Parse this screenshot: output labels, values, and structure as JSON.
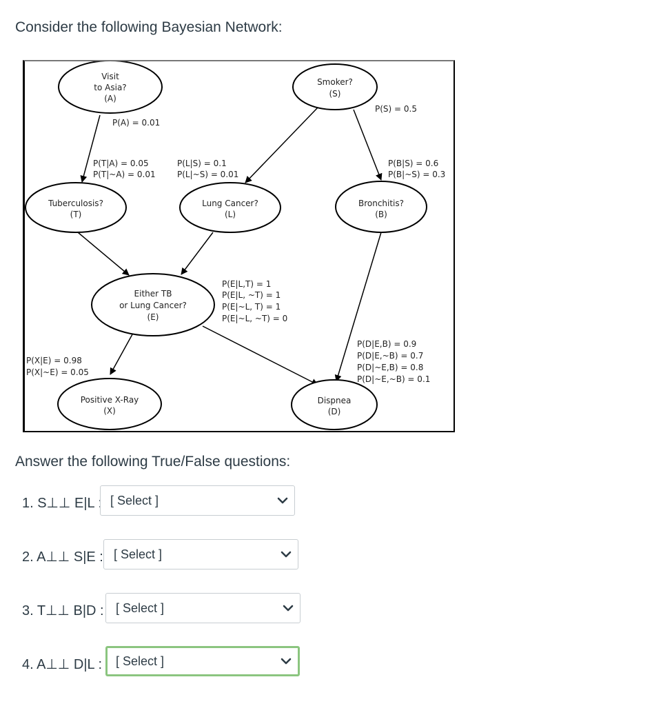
{
  "intro": "Consider the following Bayesian Network:",
  "network": {
    "nodes": {
      "asia": [
        "Visit",
        "to Asia?",
        "(A)"
      ],
      "smoker": [
        "Smoker?",
        "(S)"
      ],
      "tb": [
        "Tuberculosis?",
        "(T)"
      ],
      "lung": [
        "Lung Cancer?",
        "(L)"
      ],
      "bronch": [
        "Bronchitis?",
        "(B)"
      ],
      "either": [
        "Either TB",
        "or Lung Cancer?",
        "(E)"
      ],
      "xray": [
        "Positive X-Ray",
        "(X)"
      ],
      "dysp": [
        "Dispnea",
        "(D)"
      ]
    },
    "cpts": {
      "a": [
        "P(A) = 0.01"
      ],
      "s": [
        "P(S) = 0.5"
      ],
      "t": [
        "P(T|A) = 0.05",
        "P(T|~A) = 0.01"
      ],
      "l": [
        "P(L|S) = 0.1",
        "P(L|~S) = 0.01"
      ],
      "b": [
        "P(B|S) = 0.6",
        "P(B|~S) = 0.3"
      ],
      "e": [
        "P(E|L,T) = 1",
        "P(E|L, ~T) = 1",
        "P(E|~L, T) = 1",
        "P(E|~L, ~T) = 0"
      ],
      "x": [
        "P(X|E) = 0.98",
        "P(X|~E) = 0.05"
      ],
      "d": [
        "P(D|E,B) = 0.9",
        "P(D|E,~B) = 0.7",
        "P(D|~E,B) = 0.8",
        "P(D|~E,~B) = 0.1"
      ]
    }
  },
  "answer_heading": "Answer the following True/False questions:",
  "questions": [
    {
      "label": "1. S⊥⊥ E|L :",
      "selected": "[ Select ]"
    },
    {
      "label": "2. A⊥⊥ S|E :",
      "selected": "[ Select ]"
    },
    {
      "label": "3. T⊥⊥ B|D :",
      "selected": "[ Select ]"
    },
    {
      "label": "4. A⊥⊥ D|L :",
      "selected": "[ Select ]"
    }
  ],
  "icons": {
    "dropdown": "chevron-down-icon"
  },
  "colors": {
    "focus_border": "#8bc57f",
    "text": "#2d3b45"
  }
}
